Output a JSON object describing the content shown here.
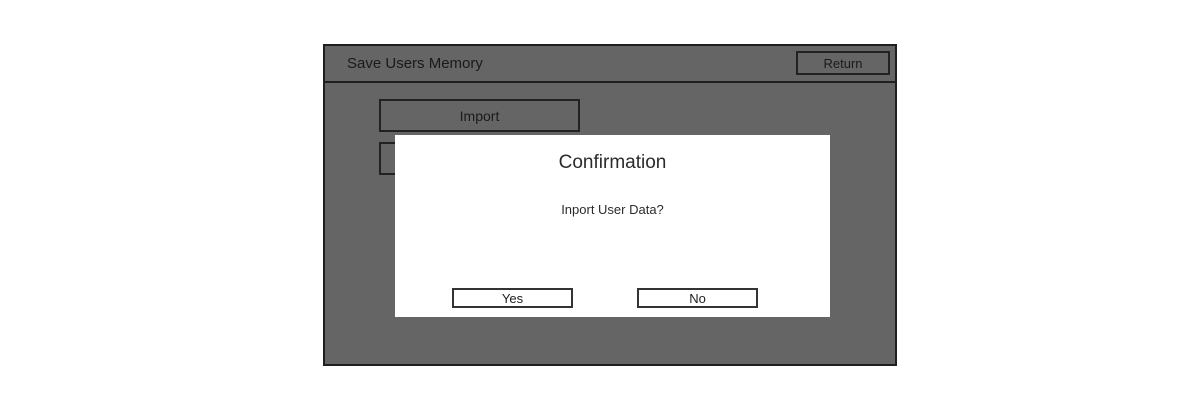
{
  "window": {
    "title": "Save Users Memory",
    "return_label": "Return",
    "import_label": "Import"
  },
  "dialog": {
    "title": "Confirmation",
    "message": "Inport User Data?",
    "yes_label": "Yes",
    "no_label": "No"
  },
  "colors": {
    "window_background": "#656565",
    "window_border": "#1f1f1f",
    "button_border": "#222222",
    "dialog_background": "#ffffff",
    "text": "#1e1e1e"
  }
}
